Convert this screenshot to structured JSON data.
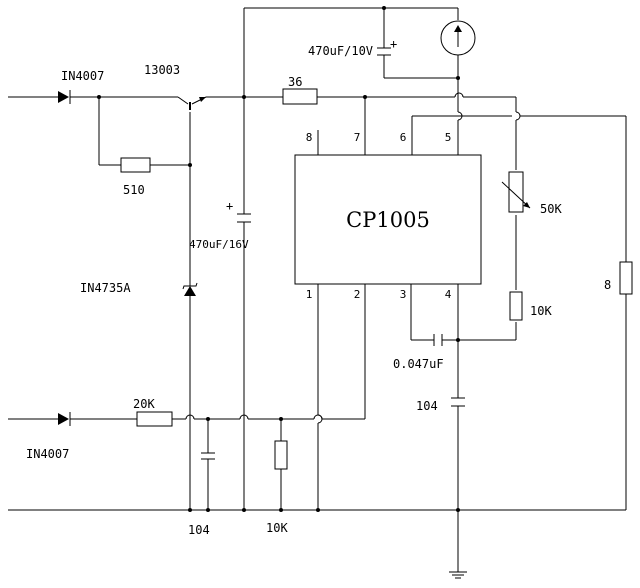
{
  "chip": {
    "name": "CP1005",
    "pins_top": [
      "8",
      "7",
      "6",
      "5"
    ],
    "pins_bottom": [
      "1",
      "2",
      "3",
      "4"
    ]
  },
  "components": {
    "d1": "IN4007",
    "q1": "13003",
    "r_36": "36",
    "c_470_10v": "470uF/10V",
    "c_470_10v_pol": "+",
    "r_510": "510",
    "c_470_16v_pol": "+",
    "c_470_16v": "470uF/16V",
    "zener": "IN4735A",
    "pot": "50K",
    "r_8": "8",
    "r_10k_right": "10K",
    "c_0047": "0.047uF",
    "c_104_right": "104",
    "r_20k": "20K",
    "d2": "IN4007",
    "c_104_bottom": "104",
    "r_10k_bottom": "10K"
  }
}
